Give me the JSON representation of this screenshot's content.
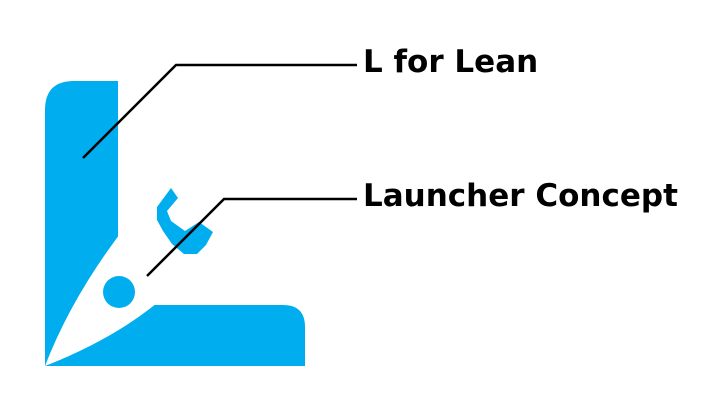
{
  "colors": {
    "logo_fill": "#00aeef",
    "callout_line": "#000000",
    "label_text": "#000000",
    "background": "#ffffff"
  },
  "callouts": [
    {
      "label": "L for Lean"
    },
    {
      "label": "Launcher Concept"
    }
  ],
  "icon": "l-launcher-rocket-logo"
}
